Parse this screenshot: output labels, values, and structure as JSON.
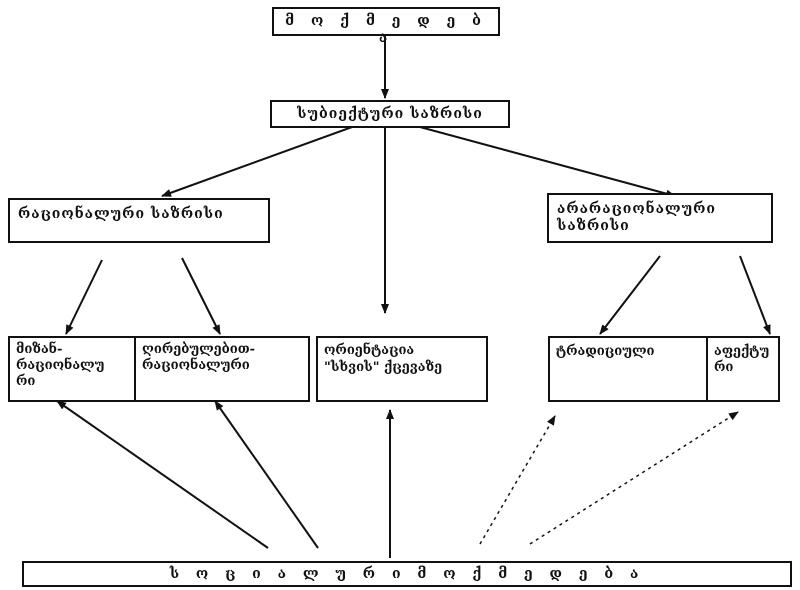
{
  "nodes": {
    "top": "მ ო ქ მ ე დ ე ბ ა",
    "subjective": "სუბიექტური საზრისი",
    "rational": "რაციონალური საზრისი",
    "irrational": "არარაციონალური\nსაზრისი",
    "goal_rational": "მიზან-\nრაციონალუ\nრი",
    "value_rational": "ღირებულებით-\nრაციონალური",
    "orientation": "ორიენტაცია\n\"სხვის\" ქცევაზე",
    "traditional": "ტრადიციული",
    "affective": "აფექტუ\nრი",
    "bottom": "ს ო ც ი ა ლ უ რ ი   მ ო ქ მ ე დ ე ბ ა"
  },
  "colors": {
    "ink": "#111111",
    "background": "#ffffff"
  }
}
